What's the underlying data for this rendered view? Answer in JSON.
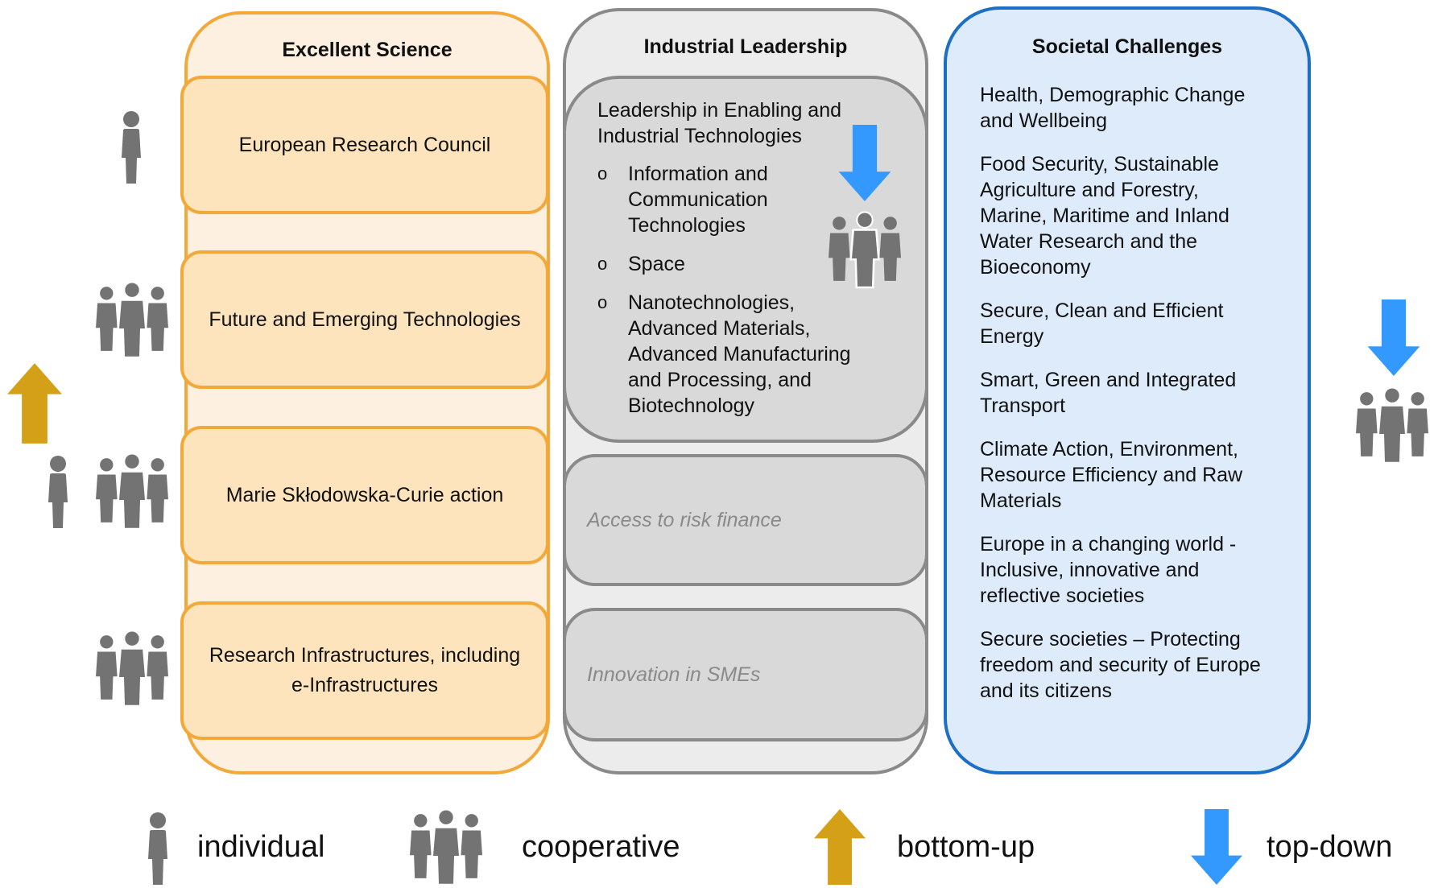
{
  "columns": {
    "science": {
      "title": "Excellent Science",
      "boxes": [
        {
          "label": "European Research Council"
        },
        {
          "label": "Future and Emerging Technologies"
        },
        {
          "label": "Marie Skłodowska-Curie action"
        },
        {
          "label": "Research Infrastructures, including e-Infrastructures"
        }
      ]
    },
    "industry": {
      "title": "Industrial Leadership",
      "leit_title": "Leadership in Enabling and Industrial Technologies",
      "leit_bullet": "o",
      "leit_items": [
        "Information and Communication Technologies",
        "Space",
        "Nanotechnologies, Advanced Materials, Advanced Manufacturing and Processing, and Biotechnology"
      ],
      "risk_finance": "Access to risk finance",
      "smes": "Innovation in SMEs"
    },
    "society": {
      "title": "Societal Challenges",
      "items": [
        "Health, Demographic Change and Wellbeing",
        "Food Security, Sustainable Agriculture and Forestry, Marine, Maritime and Inland Water Research and the Bioeconomy",
        "Secure, Clean and Efficient Energy",
        "Smart, Green and Integrated Transport",
        "Climate Action, Environment, Resource Efficiency and Raw Materials",
        "Europe in a changing world - Inclusive, innovative and reflective societies",
        "Secure societies – Protecting freedom and security of Europe and its citizens"
      ]
    }
  },
  "legend": {
    "individual": "individual",
    "cooperative": "cooperative",
    "bottom_up": "bottom-up",
    "top_down": "top-down"
  },
  "icons": {
    "individual": "person-icon",
    "cooperative": "group-icon",
    "bottom_up": "arrow-up-icon",
    "top_down": "arrow-down-icon"
  },
  "colors": {
    "science_fill": "#fdf0e1",
    "science_border": "#f2a93a",
    "industry_fill": "#ececec",
    "industry_border": "#8a8a8a",
    "society_fill": "#deebfb",
    "society_border": "#1c6fc4",
    "person": "#737373",
    "arrow_up": "#d4a017",
    "arrow_down": "#3399ff"
  }
}
